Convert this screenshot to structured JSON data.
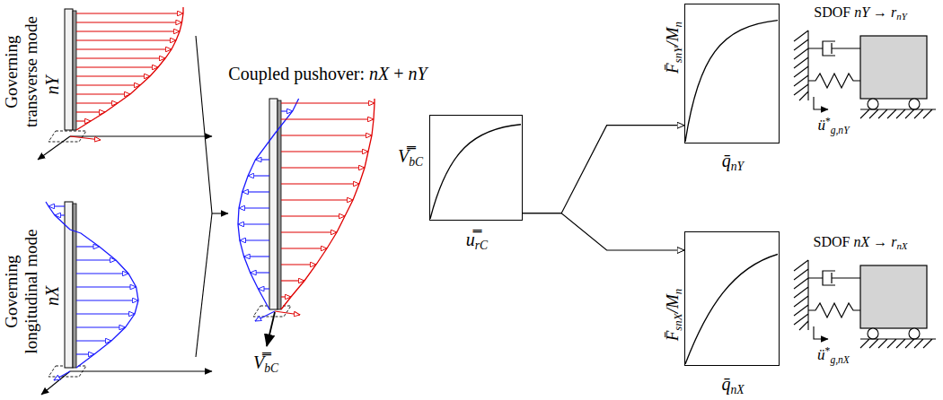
{
  "diagram": {
    "nodes": [
      {
        "text": [
          "V̿bC",
          "u̿rC"
        ]
      },
      {
        "text": [
          "F̄snY/Mn",
          "q̄nY"
        ]
      },
      {
        "text": [
          "F̄snX/Mn",
          "q̄nX"
        ]
      }
    ],
    "edges": [
      {
        "from": 0,
        "to": 1,
        "arrow": "to"
      },
      {
        "from": 0,
        "to": 2,
        "arrow": "to"
      }
    ],
    "labels": [
      "Governing transverse mode",
      "nY",
      "Coupled pushover: nX + nY",
      "SDOF nY → rnY",
      "ü*g,nY",
      "V̿bC",
      "Governing longitudinal mode",
      "nX",
      "SDOF nX → rnX",
      "ü*g,nX"
    ]
  }
}
